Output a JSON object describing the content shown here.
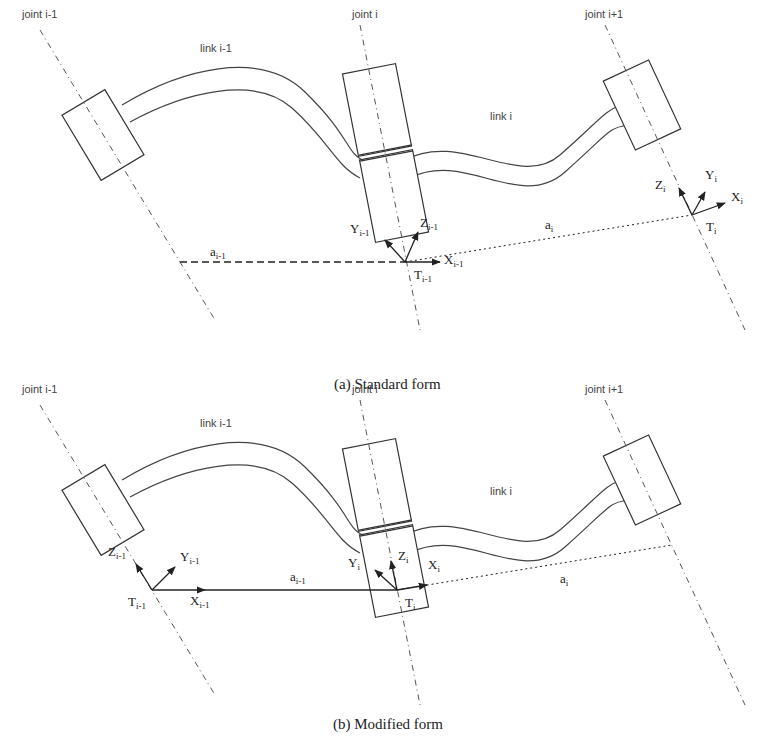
{
  "diagram": {
    "labels": [
      "joint i-1",
      "link i-1",
      "joint i",
      "joint i+1",
      "link i",
      "Zi",
      "Yi",
      "Xi",
      "Ti",
      "ai",
      "Yi-1",
      "Zi-1",
      "ai-1",
      "Xi-1",
      "Ti-1",
      "(a) Standard form",
      "joint i-1",
      "link i-1",
      "joint i",
      "link i",
      "joint i+1",
      "Zi-1",
      "Yi-1",
      "Ti-1",
      "Xi-1",
      "ai-1",
      "Yi",
      "Zi",
      "Ti",
      "Xi",
      "ai",
      "(b) Modified form"
    ]
  }
}
